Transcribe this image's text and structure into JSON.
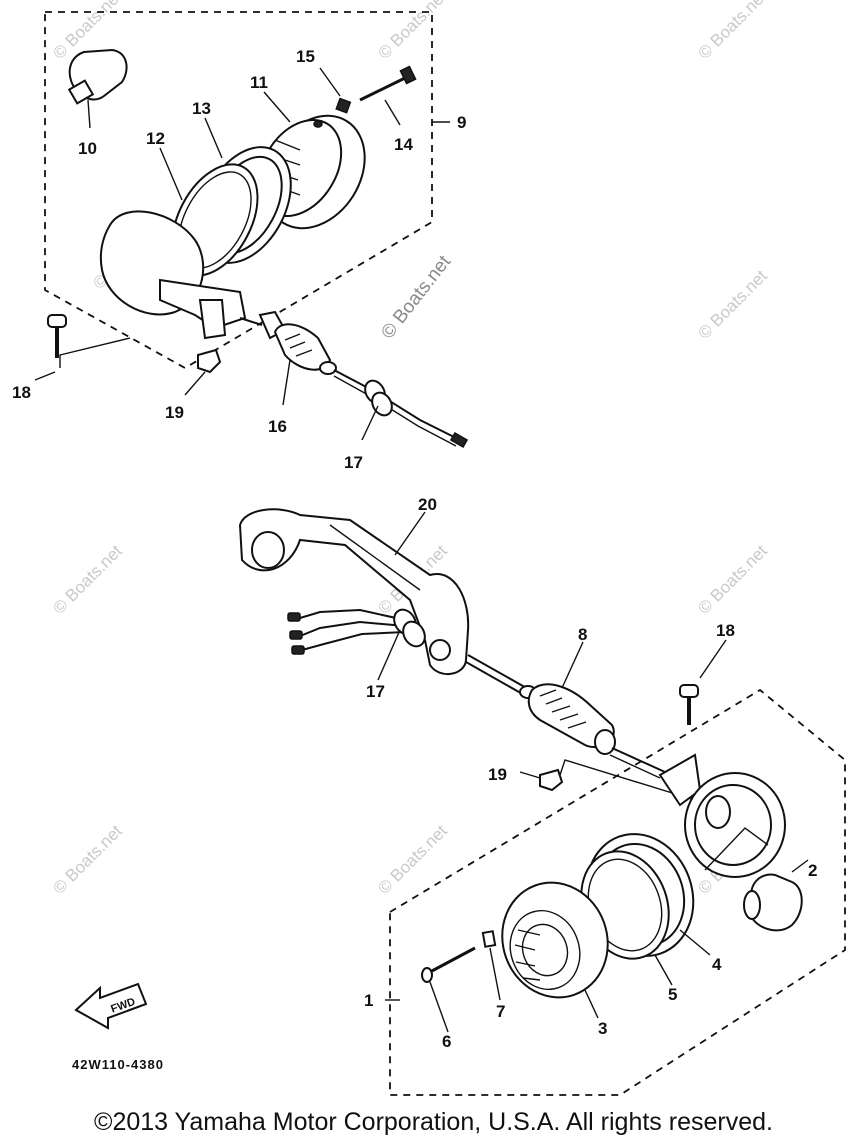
{
  "diagram": {
    "labels": {
      "p1": "1",
      "p2": "2",
      "p3": "3",
      "p4": "4",
      "p5": "5",
      "p6": "6",
      "p7": "7",
      "p8": "8",
      "p9": "9",
      "p10": "10",
      "p11": "11",
      "p12": "12",
      "p13": "13",
      "p14": "14",
      "p15": "15",
      "p16": "16",
      "p17a": "17",
      "p17b": "17",
      "p18a": "18",
      "p18b": "18",
      "p19a": "19",
      "p19b": "19",
      "p20": "20"
    },
    "drawing_code": "42W110-4380",
    "fwd_arrow_text": "FWD",
    "watermark": "© Boats.net"
  },
  "footer": {
    "copyright": "©2013 Yamaha Motor Corporation, U.S.A. All rights reserved."
  },
  "colors": {
    "ink": "#111111",
    "watermark": "#c9c9c9",
    "background": "#ffffff"
  }
}
